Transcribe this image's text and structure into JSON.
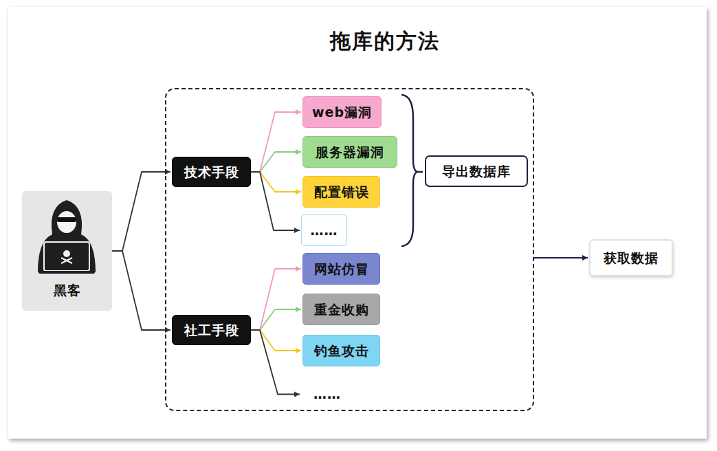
{
  "diagram": {
    "title": "拖库的方法",
    "nodes": [
      {
        "text": [
          "黑客"
        ]
      },
      {
        "text": []
      },
      {
        "text": [
          "技术手段"
        ],
        "in": 1
      },
      {
        "text": [
          "web漏洞"
        ],
        "in": 1
      },
      {
        "text": [
          "服务器漏洞"
        ],
        "in": 1
      },
      {
        "text": [
          "配置错误"
        ],
        "in": 1
      },
      {
        "text": [
          "……"
        ],
        "in": 1
      },
      {
        "text": [
          "导出数据库"
        ],
        "in": 1
      },
      {
        "text": [
          "社工手段"
        ],
        "in": 1
      },
      {
        "text": [
          "网站仿冒"
        ],
        "in": 1
      },
      {
        "text": [
          "重金收购"
        ],
        "in": 1
      },
      {
        "text": [
          "钓鱼攻击"
        ],
        "in": 1
      },
      {
        "text": [
          "……"
        ],
        "in": 1
      },
      {
        "text": [
          "获取数据"
        ]
      }
    ],
    "edges": [
      {
        "from": 0,
        "to": 2,
        "arrow": "to"
      },
      {
        "from": 0,
        "to": 8,
        "arrow": "to"
      },
      {
        "from": 2,
        "to": 3,
        "arrow": "to"
      },
      {
        "from": 2,
        "to": 4,
        "arrow": "to"
      },
      {
        "from": 2,
        "to": 5,
        "arrow": "to"
      },
      {
        "from": 2,
        "to": 6,
        "arrow": "to"
      },
      {
        "from": 8,
        "to": 9,
        "arrow": "to"
      },
      {
        "from": 8,
        "to": 10,
        "arrow": "to"
      },
      {
        "from": 8,
        "to": 11,
        "arrow": "to"
      },
      {
        "from": 8,
        "to": 12,
        "arrow": "to"
      },
      {
        "from": 1,
        "to": 13,
        "arrow": "to"
      }
    ]
  }
}
